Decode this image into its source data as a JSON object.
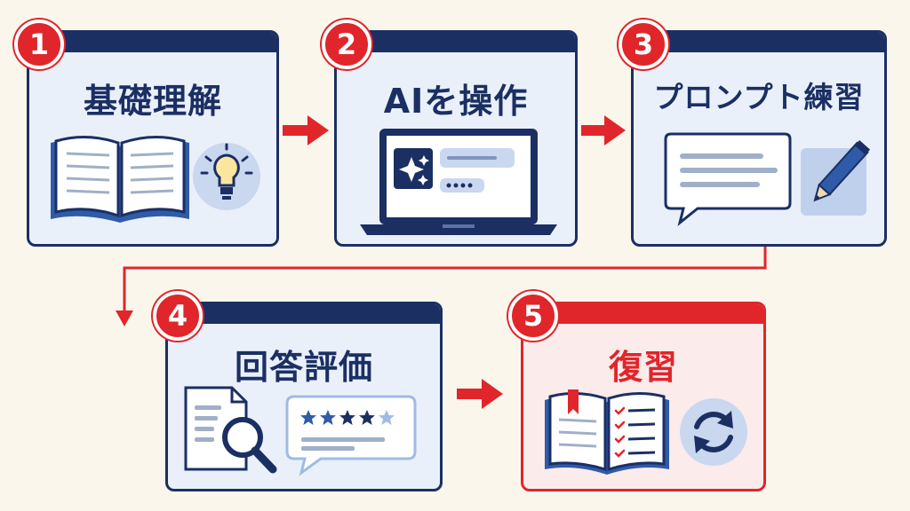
{
  "steps": [
    {
      "number": "1",
      "title": "基礎理解",
      "icons": [
        "open-book-icon",
        "lightbulb-icon"
      ]
    },
    {
      "number": "2",
      "title": "AIを操作",
      "icons": [
        "laptop-icon",
        "sparkle-icon"
      ]
    },
    {
      "number": "3",
      "title": "プロンプト練習",
      "icons": [
        "speech-bubble-icon",
        "pencil-icon"
      ]
    },
    {
      "number": "4",
      "title": "回答評価",
      "icons": [
        "document-magnifier-icon",
        "star-rating-icon"
      ]
    },
    {
      "number": "5",
      "title": "復習",
      "icons": [
        "checklist-book-icon",
        "refresh-icon"
      ]
    }
  ],
  "colors": {
    "navy": "#1b2f63",
    "accent_red": "#e0262a",
    "card_bg": "#eaf0f9",
    "highlight_bg": "#fbebeb",
    "page_bg": "#fbf6ec"
  }
}
